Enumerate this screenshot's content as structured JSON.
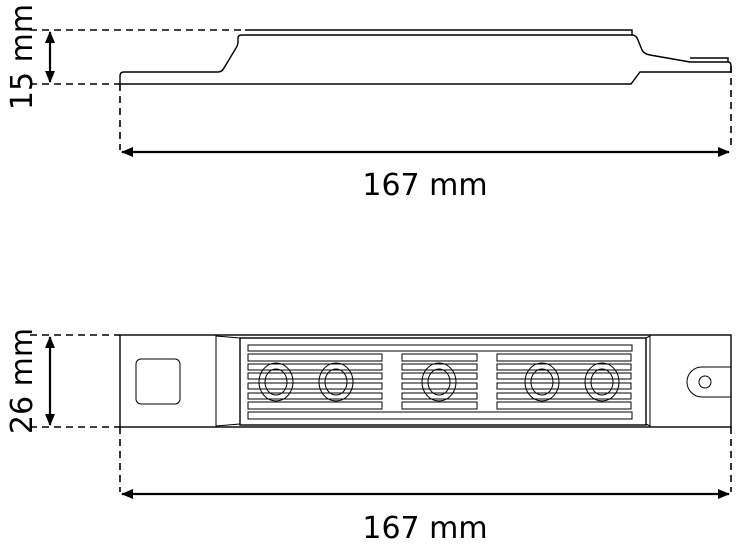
{
  "side_view": {
    "height_label": "15 mm",
    "length_label": "167 mm"
  },
  "top_view": {
    "width_label": "26 mm",
    "length_label": "167 mm"
  }
}
